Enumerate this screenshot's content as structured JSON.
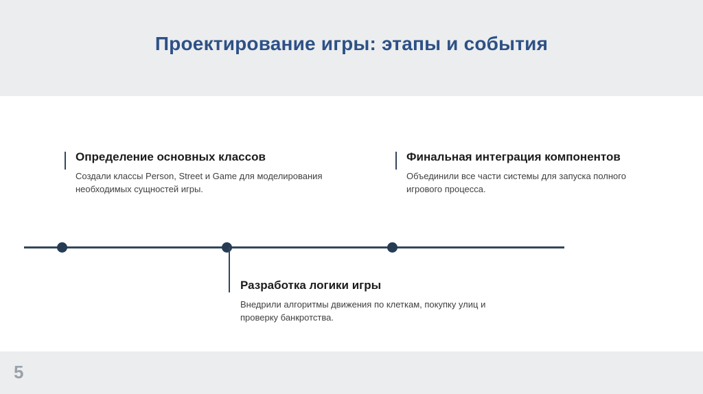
{
  "slide": {
    "title": "Проектирование игры: этапы и события",
    "page_number": "5"
  },
  "colors": {
    "title": "#2d5186",
    "timeline": "#32455c",
    "dot": "#263c54",
    "heading": "#1c1c1c",
    "body_text": "#3f3f3f",
    "background": "#ecedef",
    "content_band": "#ffffff",
    "page_number": "#9aa1aa"
  },
  "timeline": {
    "events": [
      {
        "title": "Определение основных классов",
        "description": "Создали классы Person, Street и Game для моделирования необходимых сущностей игры.",
        "position": "above"
      },
      {
        "title": "Разработка логики игры",
        "description": "Внедрили алгоритмы движения по клеткам, покупку улиц и проверку банкротства.",
        "position": "below"
      },
      {
        "title": "Финальная интеграция компонентов",
        "description": "Объединили все части системы для запуска полного игрового процесса.",
        "position": "above"
      }
    ]
  }
}
